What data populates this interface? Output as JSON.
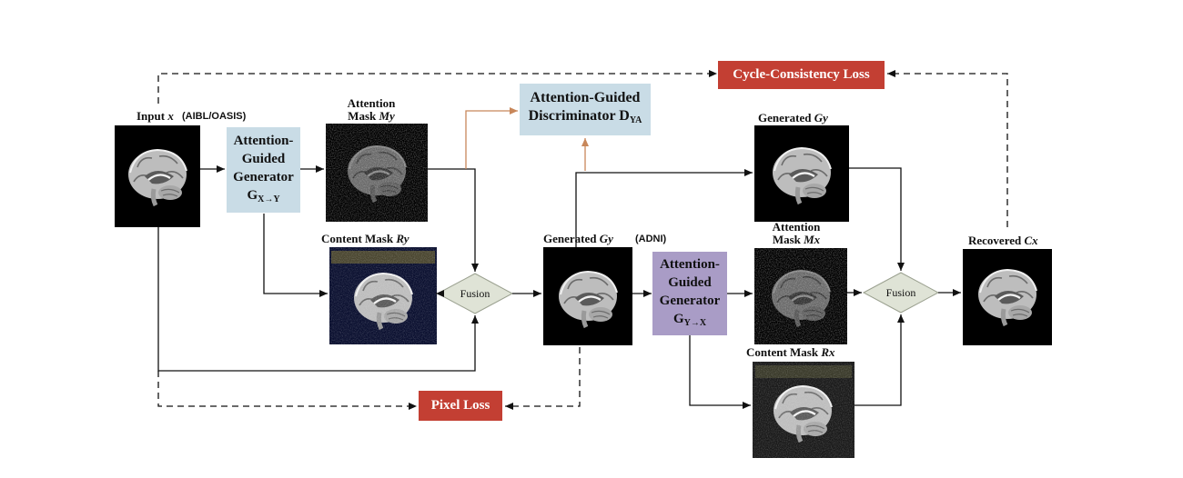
{
  "input": {
    "label": "Input",
    "var": "x",
    "dataset": "(AIBL/OASIS)"
  },
  "gen_xy": {
    "line1": "Attention-",
    "line2": "Guided",
    "line3": "Generator",
    "sym": "G",
    "sub": "X→Y"
  },
  "gen_yx": {
    "line1": "Attention-",
    "line2": "Guided",
    "line3": "Generator",
    "sym": "G",
    "sub": "Y→X"
  },
  "att_my": {
    "line1": "Attention",
    "line2": "Mask",
    "var": "My"
  },
  "content_ry": {
    "label": "Content Mask",
    "var": "Ry"
  },
  "discriminator": {
    "line1": "Attention-Guided",
    "line2": "Discriminator",
    "sym": "D",
    "sub": "YA"
  },
  "gen_gy_mid": {
    "label": "Generated",
    "var": "Gy",
    "dataset": "(ADNI)"
  },
  "gen_gy_top": {
    "label": "Generated",
    "var": "Gy"
  },
  "att_mx": {
    "line1": "Attention",
    "line2": "Mask",
    "var": "Mx"
  },
  "content_rx": {
    "label": "Content Mask",
    "var": "Rx"
  },
  "recovered": {
    "label": "Recovered",
    "var": "Cx"
  },
  "fusion1": "Fusion",
  "fusion2": "Fusion",
  "cycle_loss": "Cycle-Consistency Loss",
  "pixel_loss": "Pixel Loss",
  "colors": {
    "generator_blue": "#c9dce6",
    "generator_purple": "#a99cc6",
    "loss_red": "#c33f33",
    "disc_arrow": "#c8875a",
    "fusion_fill": "#dfe3d6"
  }
}
